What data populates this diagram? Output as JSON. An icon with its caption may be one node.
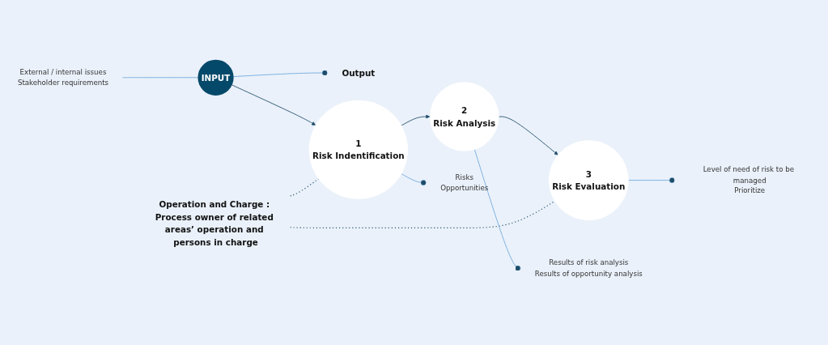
{
  "diagram": {
    "nodes": [
      {
        "text": [
          "External / internal issues",
          "Stakeholder requirements"
        ]
      },
      {
        "text": [
          "INPUT"
        ]
      },
      {
        "text": [
          "Output"
        ]
      },
      {
        "text": [
          "1",
          "Risk Indentification"
        ]
      },
      {
        "text": [
          "2",
          "Risk Analysis"
        ]
      },
      {
        "text": [
          "3",
          "Risk Evaluation"
        ]
      },
      {
        "text": [
          "Operation and Charge : Process owner of related areas’ operation and persons in charge"
        ]
      },
      {
        "text": [
          "Risks",
          "Opportunities"
        ]
      },
      {
        "text": [
          "Results of risk analysis",
          "Results of opportunity analysis"
        ]
      },
      {
        "text": [
          "Level of need of risk to be managed",
          "Prioritize"
        ]
      }
    ],
    "edges": [
      {
        "from": 0,
        "to": 1,
        "arrow": "none",
        "color": "#6fa8dc"
      },
      {
        "from": 1,
        "to": 2,
        "arrow": "other",
        "color": "#6fa8dc"
      },
      {
        "from": 1,
        "to": 3,
        "arrow": "to",
        "color": "#1f4d68"
      },
      {
        "from": 3,
        "to": 4,
        "arrow": "to",
        "color": "#1f4d68"
      },
      {
        "from": 4,
        "to": 5,
        "arrow": "to",
        "color": "#1f4d68"
      },
      {
        "from": 6,
        "to": 3,
        "arrow": "none",
        "style": "dashed",
        "color": "#1f4d68"
      },
      {
        "from": 6,
        "to": 5,
        "arrow": "none",
        "style": "dashed",
        "color": "#1f4d68"
      },
      {
        "from": 3,
        "to": 7,
        "arrow": "other",
        "color": "#6fa8dc"
      },
      {
        "from": 4,
        "to": 8,
        "arrow": "other",
        "color": "#6fa8dc"
      },
      {
        "from": 5,
        "to": 9,
        "arrow": "other",
        "color": "#6fa8dc"
      }
    ]
  }
}
